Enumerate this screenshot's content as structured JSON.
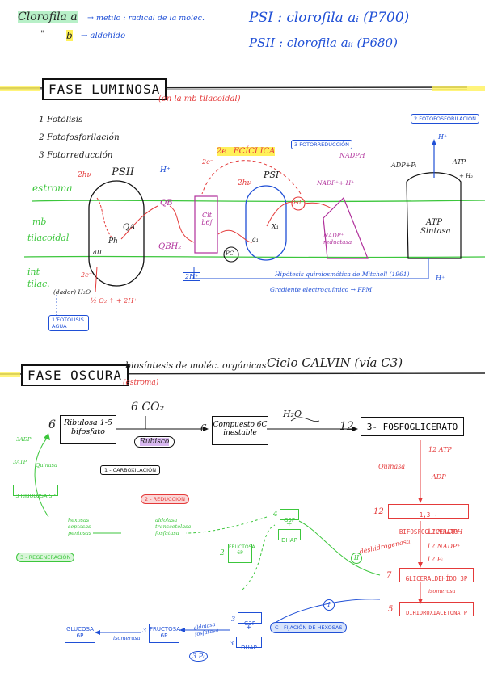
{
  "top_notes": {
    "clorofila_a": "Clorofila a",
    "arrow_a": "→ metilo : radical de la molec.",
    "quote_mark": "\"",
    "clorofila_b": "b",
    "arrow_b": "→ aldehído",
    "psi": "PSI : clorofila aᵢ (P700)",
    "psii": "PSII : clorofila aᵢᵢ (P680)"
  },
  "fase_luminosa": {
    "title": "FASE LUMINOSA",
    "subtitle": "(en la mb tilacoidal)",
    "steps": [
      "1 Fotólisis",
      "2 Fotofosforilación",
      "3 Fotorreducción"
    ],
    "fotofosforilacion_tag": "2 FOTOFOSFORILACIÓN",
    "fotorreduccion_tag": "3 FOTORREDUCCIÓN",
    "fotolisis_tag": "1 FOTÓLISIS AGUA",
    "regions": {
      "estroma": "estroma",
      "mb": "mb",
      "tilacoidal": "tilacoidal",
      "int": "int",
      "tilac": "tilac."
    },
    "labels": {
      "psii": "PSII",
      "psi": "PSI",
      "ciclica": "2e⁻ FCÍCLICA",
      "two_e": "2e⁻",
      "h_plus": "H⁺",
      "hv": "2hν",
      "hv2": "2hν",
      "qb": "QB",
      "qa": "QA",
      "qbh2": "QBH₂",
      "ph": "Ph",
      "p680": "aII",
      "cit": "Cit b6f",
      "pc": "PC",
      "fd": "Fd",
      "a1": "a₁",
      "x1": "X₁",
      "nadph": "NADPH",
      "nadp_h": "NADP⁺+ H⁺",
      "nadp_red": "NADP⁺ reductasa",
      "two_h": "2H⁺",
      "water": "(dador) H₂O",
      "o2": "½ O₂ ↑ + 2H⁺",
      "adp": "ADP+Pᵢ",
      "atp_out": "ATP",
      "h2": "+ H₂",
      "atp_sintasa": "ATP Sintasa",
      "hipotesis": "Hipótesis quimiosmótica de Mitchell (1961)",
      "gradiente": "Gradiente electroquímico → FPM",
      "h_right": "H⁺",
      "h_top": "H⁺",
      "e2": "2e⁻",
      "e3": "2e⁻"
    }
  },
  "fase_oscura": {
    "title": "FASE OSCURA",
    "subtitle": "biosíntesis de moléc. orgánicas",
    "estroma": "(estroma)",
    "ciclo": "Ciclo CALVIN (vía C3)",
    "ribulosa_n": "6",
    "ribulosa": "Ribulosa 1-5 bifosfato",
    "co2": "6 CO₂",
    "rubisco": "Rubisco",
    "compuesto_n": "6",
    "compuesto": "Compuesto 6C inestable",
    "h2o": "H₂O",
    "fosfo_n": "12",
    "fosfo": "3- FOSFOGLICERATO",
    "carboxilacion": "1 - CARBOXILACIÓN",
    "reduccion": "2 - REDUCCIÓN",
    "regeneracion": "3 - REGENERACIÓN",
    "fijacion": "C - FIJACIÓN DE HEXOSAS",
    "atp12": "12 ATP",
    "quinasa": "Quinasa",
    "adp": "ADP",
    "bisfo_n": "12",
    "bisfo": "1,3 - BIFOSFOGLICERATO",
    "nadph12": "12 NADPH",
    "nadp12": "12 NADP⁺",
    "pi12": "12 Pᵢ",
    "deshidro": "deshidrogenasa",
    "glicer_n": "7",
    "glicer": "GLICERALDEHÍDO 3P",
    "isomerasa": "isomerasa",
    "dhap_n": "5",
    "dhap": "DIHIDROXIACETONA P",
    "g3p_top": "G3P",
    "dhap_top": "DHAP",
    "n4": "4",
    "plus_top": "+",
    "fructosa_mid": "FRUCTOSA 6P",
    "n2_mid": "2",
    "aldolasa_fosf": "aldolasa transcetolasa fosfatasa",
    "hexosas": "hexosas septosas pentosas",
    "ribulosa_5p": "3 RIBULOSA 5P",
    "atp_left": "3ATP",
    "adp_left": "3ADP",
    "quinasa_left": "Quinasa",
    "glucosa": "GLUCOSA 6P",
    "isomerasa2": "isomerasa",
    "fructosa_bot_n": "3",
    "fructosa_bot": "FRUCTOSA 6P",
    "aldolasa2": "aldolasa fosfatasa",
    "g3p_bot_n": "3",
    "g3p_bot": "G3P",
    "dhap_bot_n": "3",
    "dhap_bot": "DHAP",
    "pi3": "3 Pᵢ",
    "roman_i": "I",
    "roman_ii": "II",
    "plus_bot": "+"
  }
}
